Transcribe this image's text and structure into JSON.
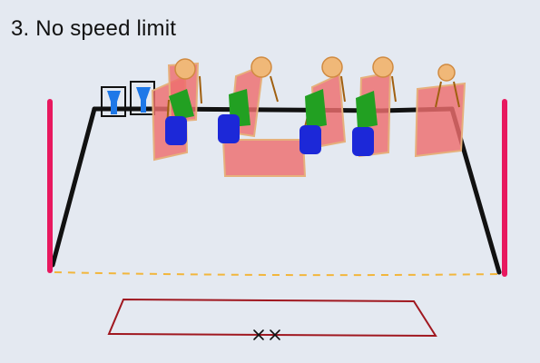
{
  "title": "3.  No speed limit",
  "colors": {
    "background": "#e4e9f1",
    "poles": "#e8185f",
    "rope": "#111111",
    "shield": "#ee6e6e",
    "head": "#f0b878",
    "body": "#1c28d8",
    "jacket": "#22a022",
    "hair": "#a06010",
    "cup": "#1e78e8",
    "ground_line": "#f2b63c",
    "box": "#a01820",
    "marks": "#111111"
  },
  "figures": [
    {
      "name": "figure-1",
      "has_body": true
    },
    {
      "name": "figure-2",
      "has_body": true
    },
    {
      "name": "figure-3",
      "has_body": true
    },
    {
      "name": "figure-4",
      "has_body": true
    },
    {
      "name": "figure-5",
      "has_body": false
    }
  ],
  "marks": [
    "x",
    "x"
  ]
}
